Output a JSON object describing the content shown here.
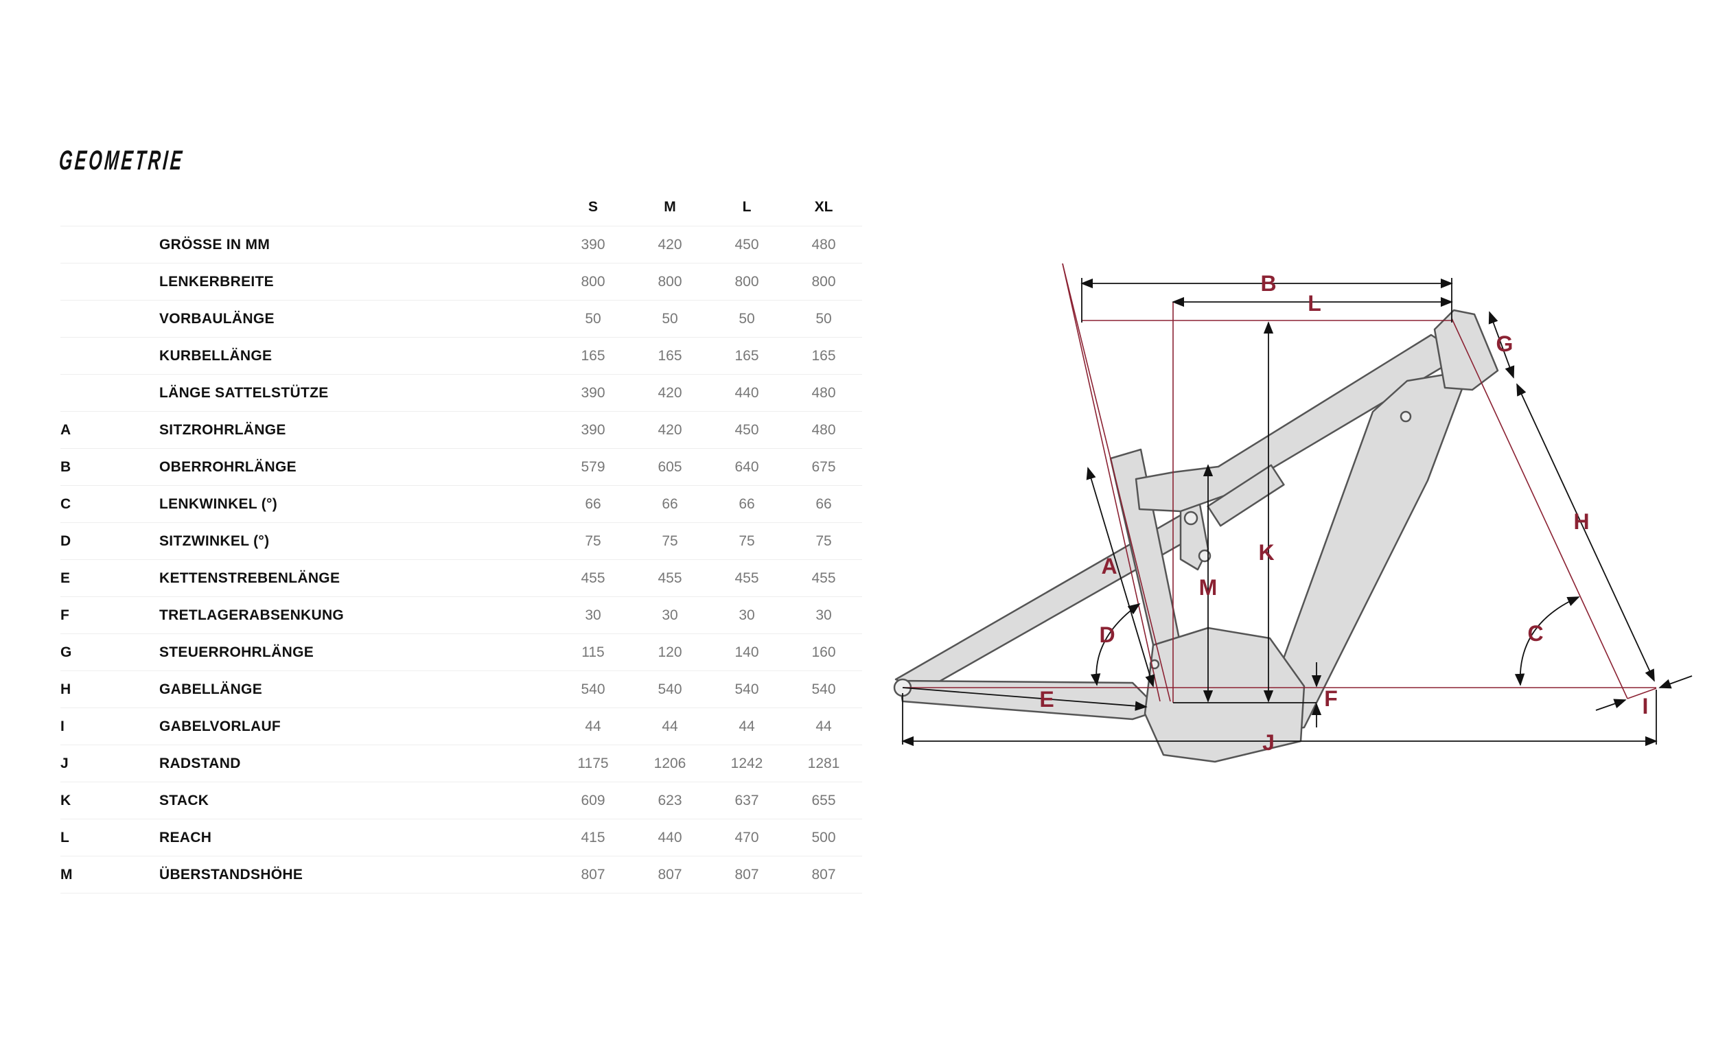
{
  "title": "GEOMETRIE",
  "sizes": [
    "S",
    "M",
    "L",
    "XL"
  ],
  "rows": [
    {
      "letter": "",
      "label": "GRÖSSE IN MM",
      "values": [
        "390",
        "420",
        "450",
        "480"
      ]
    },
    {
      "letter": "",
      "label": "LENKERBREITE",
      "values": [
        "800",
        "800",
        "800",
        "800"
      ]
    },
    {
      "letter": "",
      "label": "VORBAULÄNGE",
      "values": [
        "50",
        "50",
        "50",
        "50"
      ]
    },
    {
      "letter": "",
      "label": "KURBELLÄNGE",
      "values": [
        "165",
        "165",
        "165",
        "165"
      ]
    },
    {
      "letter": "",
      "label": "LÄNGE SATTELSTÜTZE",
      "values": [
        "390",
        "420",
        "440",
        "480"
      ]
    },
    {
      "letter": "A",
      "label": "SITZROHRLÄNGE",
      "values": [
        "390",
        "420",
        "450",
        "480"
      ]
    },
    {
      "letter": "B",
      "label": "OBERROHRLÄNGE",
      "values": [
        "579",
        "605",
        "640",
        "675"
      ]
    },
    {
      "letter": "C",
      "label": "LENKWINKEL (°)",
      "values": [
        "66",
        "66",
        "66",
        "66"
      ]
    },
    {
      "letter": "D",
      "label": "SITZWINKEL (°)",
      "values": [
        "75",
        "75",
        "75",
        "75"
      ]
    },
    {
      "letter": "E",
      "label": "KETTENSTREBENLÄNGE",
      "values": [
        "455",
        "455",
        "455",
        "455"
      ]
    },
    {
      "letter": "F",
      "label": "TRETLAGERABSENKUNG",
      "values": [
        "30",
        "30",
        "30",
        "30"
      ]
    },
    {
      "letter": "G",
      "label": "STEUERROHRLÄNGE",
      "values": [
        "115",
        "120",
        "140",
        "160"
      ]
    },
    {
      "letter": "H",
      "label": "GABELLÄNGE",
      "values": [
        "540",
        "540",
        "540",
        "540"
      ]
    },
    {
      "letter": "I",
      "label": "GABELVORLAUF",
      "values": [
        "44",
        "44",
        "44",
        "44"
      ]
    },
    {
      "letter": "J",
      "label": "RADSTAND",
      "values": [
        "1175",
        "1206",
        "1242",
        "1281"
      ]
    },
    {
      "letter": "K",
      "label": "STACK",
      "values": [
        "609",
        "623",
        "637",
        "655"
      ]
    },
    {
      "letter": "L",
      "label": "REACH",
      "values": [
        "415",
        "440",
        "470",
        "500"
      ]
    },
    {
      "letter": "M",
      "label": "ÜBERSTANDSHÖHE",
      "values": [
        "807",
        "807",
        "807",
        "807"
      ]
    }
  ],
  "diagram": {
    "labels": [
      "A",
      "B",
      "C",
      "D",
      "E",
      "F",
      "G",
      "H",
      "I",
      "J",
      "K",
      "L",
      "M"
    ],
    "accent_color": "#8b2233",
    "frame_fill": "#dcdcdc"
  }
}
